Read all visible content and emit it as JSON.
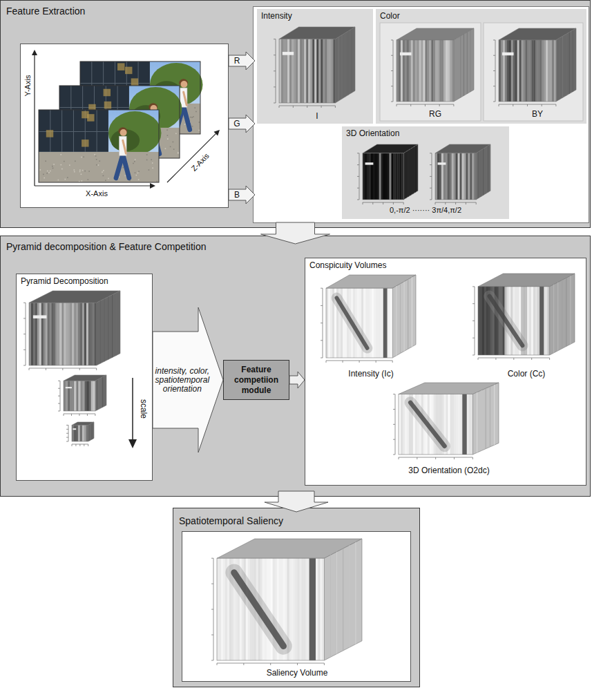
{
  "diagram": {
    "nodes": [
      {
        "text": [
          "Feature Extraction"
        ]
      },
      {
        "text": [
          "Y-Axis",
          "X-Axis",
          "Z-Axis"
        ],
        "in": 0
      },
      {
        "text": [
          "R"
        ],
        "in": 0
      },
      {
        "text": [
          "G"
        ],
        "in": 0
      },
      {
        "text": [
          "B"
        ],
        "in": 0
      },
      {
        "text": [
          "Intensity",
          "I"
        ],
        "in": 0
      },
      {
        "text": [
          "Color",
          "RG",
          "BY"
        ],
        "in": 0
      },
      {
        "text": [
          "3D Orientation",
          "0,-π/2 ······· 3π/4,π/2"
        ],
        "in": 0
      },
      {
        "text": [
          "Pyramid decomposition & Feature Competition"
        ]
      },
      {
        "text": [
          "Pyramid Decomposition",
          "scale"
        ],
        "in": 8
      },
      {
        "text": [
          "Feature competiion module"
        ],
        "in": 8
      },
      {
        "text": [
          "Conspicuity Volumes",
          "Intensity (Ic)",
          "Color (Cc)",
          "3D Orientation (O2dc)"
        ],
        "in": 8
      },
      {
        "text": [
          "Spatiotemporal Saliency"
        ]
      },
      {
        "text": [
          "Saliency Volume"
        ],
        "in": 12
      }
    ],
    "edges": [
      {
        "from": 0,
        "to": 8,
        "arrow": "to"
      },
      {
        "from": 8,
        "to": 12,
        "arrow": "to"
      },
      {
        "from": 9,
        "to": 10,
        "label": "intensity, color, spatiotemporal orientation",
        "arrow": "to"
      },
      {
        "from": 10,
        "to": 11,
        "arrow": "to"
      }
    ]
  }
}
